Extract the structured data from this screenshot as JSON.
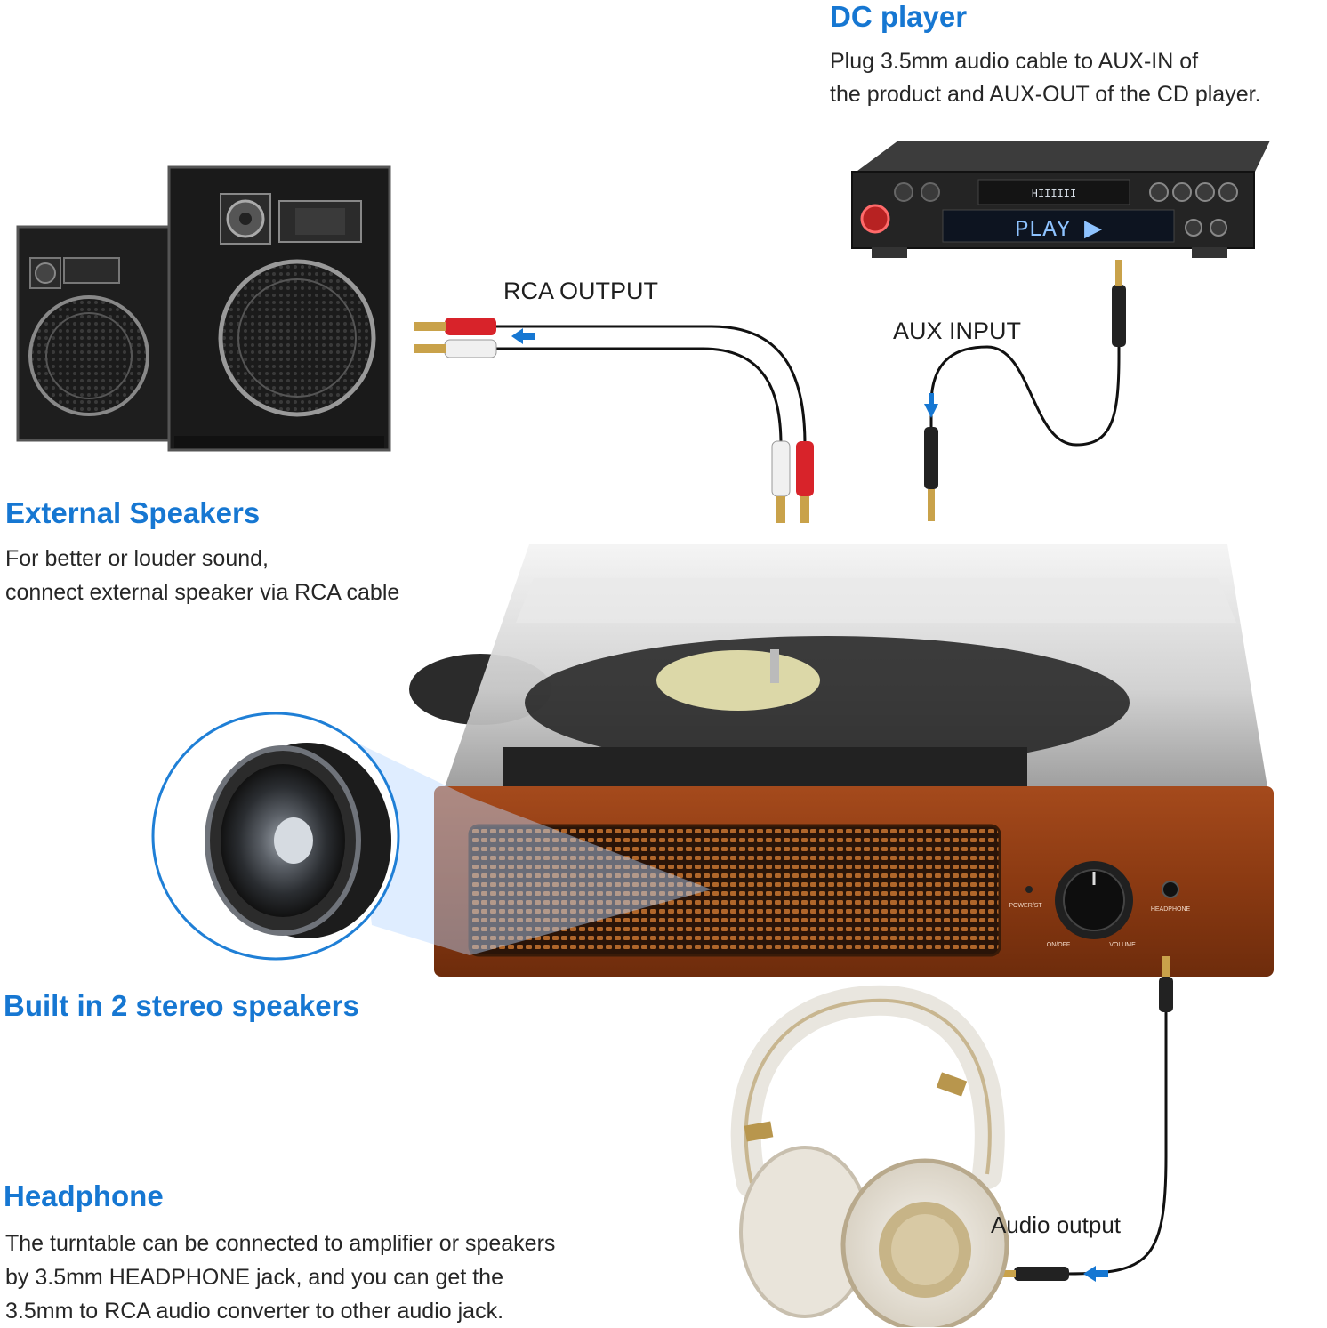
{
  "dc_player": {
    "title": "DC player",
    "desc_line1": "Plug 3.5mm audio cable to AUX-IN of",
    "desc_line2": "the product and AUX-OUT of the CD player.",
    "display_top": "HIIIIII",
    "display_main": "PLAY ▶"
  },
  "external_speakers": {
    "title": "External Speakers",
    "desc_line1": "For better or louder sound,",
    "desc_line2": "connect external speaker via RCA cable"
  },
  "built_in": {
    "title": "Built in 2 stereo speakers"
  },
  "headphone": {
    "title": "Headphone",
    "desc_line1": "The turntable can be connected to amplifier or speakers",
    "desc_line2": "by 3.5mm HEADPHONE jack, and you can get the",
    "desc_line3": "3.5mm to RCA audio converter to other audio jack."
  },
  "labels": {
    "rca_output": "RCA OUTPUT",
    "aux_input": "AUX INPUT",
    "audio_output": "Audio output"
  },
  "panel": {
    "power_label": "POWER/ST",
    "onoff_label": "ON/OFF",
    "volume_label": "VOLUME",
    "headphone_label": "HEADPHONE"
  },
  "colors": {
    "accent_blue": "#1677d2",
    "wood": "#8b3a12",
    "rca_red": "#d8232a"
  }
}
